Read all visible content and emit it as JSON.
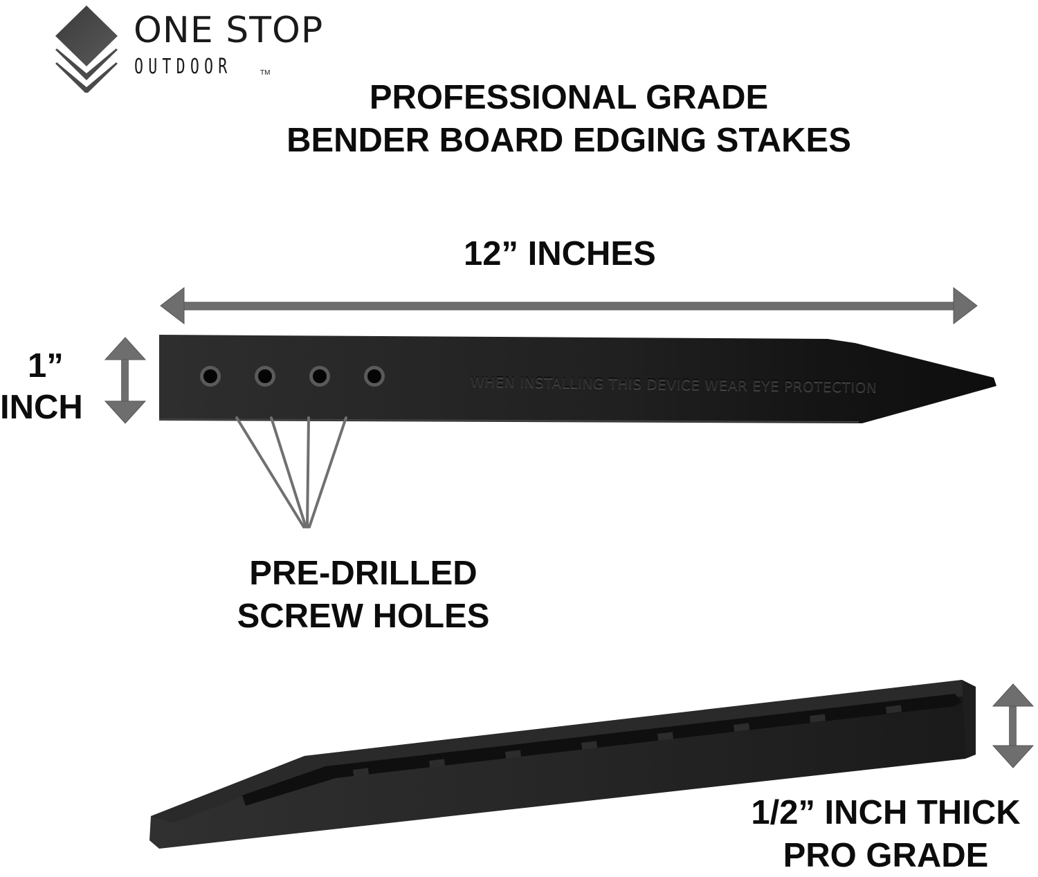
{
  "brand": {
    "name_line1": "ONE STOP",
    "name_line2": "OUTDOOR",
    "trademark": "TM",
    "icon": "stacked-diamonds-logo-icon"
  },
  "headline": {
    "line1": "PROFESSIONAL GRADE",
    "line2": "BENDER BOARD EDGING STAKES"
  },
  "dimensions": {
    "length_label": "12” INCHES",
    "width_label_line1": "1”",
    "width_label_line2": "INCH",
    "thickness_label_line1": "1/2” INCH THICK",
    "thickness_label_line2": "PRO GRADE"
  },
  "stake": {
    "embossed_text": "WHEN INSTALLING THIS DEVICE WEAR EYE PROTECTION",
    "hole_count": 4
  },
  "callouts": {
    "holes_line1": "PRE-DRILLED",
    "holes_line2": "SCREW HOLES"
  },
  "colors": {
    "arrow": "#6e6e6e",
    "stake": "#1c1c1c",
    "text": "#0c0c0c",
    "background": "#ffffff"
  }
}
